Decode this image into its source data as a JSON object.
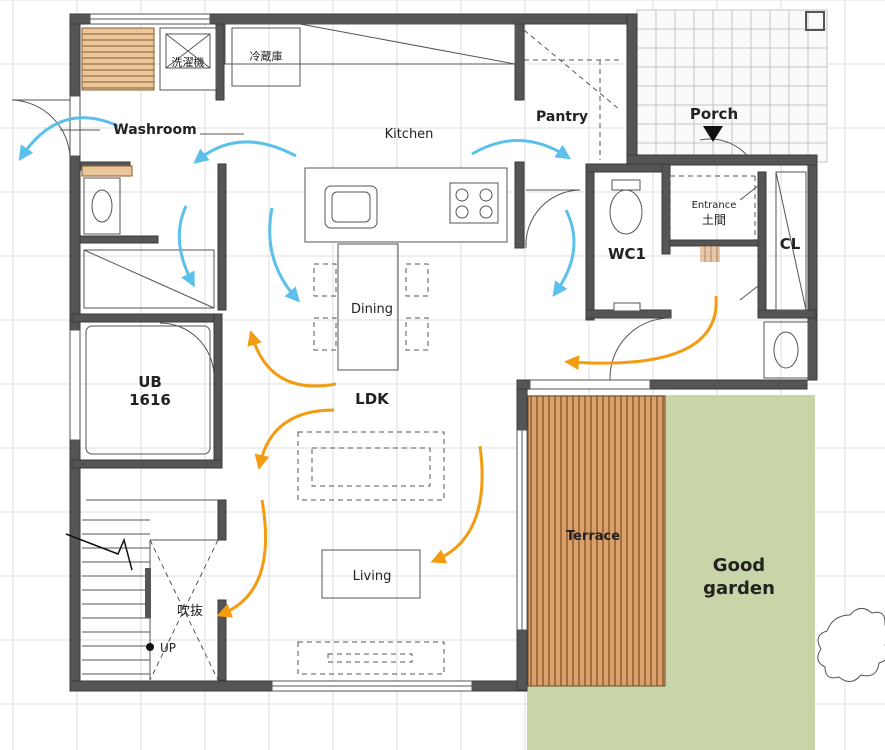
{
  "rooms": {
    "washer": "洗濯機",
    "fridge": "冷蔵庫",
    "washroom": "Washroom",
    "kitchen": "Kitchen",
    "pantry": "Pantry",
    "porch": "Porch",
    "entrance": "Entrance",
    "doma": "土間",
    "wc": "WC1",
    "closet": "CL",
    "dining": "Dining",
    "ub_line1": "UB",
    "ub_line2": "1616",
    "ldk": "LDK",
    "terrace": "Terrace",
    "garden_line1": "Good",
    "garden_line2": "garden",
    "living": "Living",
    "void": "吹抜",
    "up": "UP"
  },
  "colors": {
    "wall": "#555555",
    "airflow_cool": "#5bc0eb",
    "airflow_warm": "#f39c12",
    "terrace_wood": "#c98f5b",
    "garden": "#c8d5a8"
  },
  "icons": {
    "porch_marker": "triangle-down-icon",
    "tree": "tree-outline-icon"
  }
}
